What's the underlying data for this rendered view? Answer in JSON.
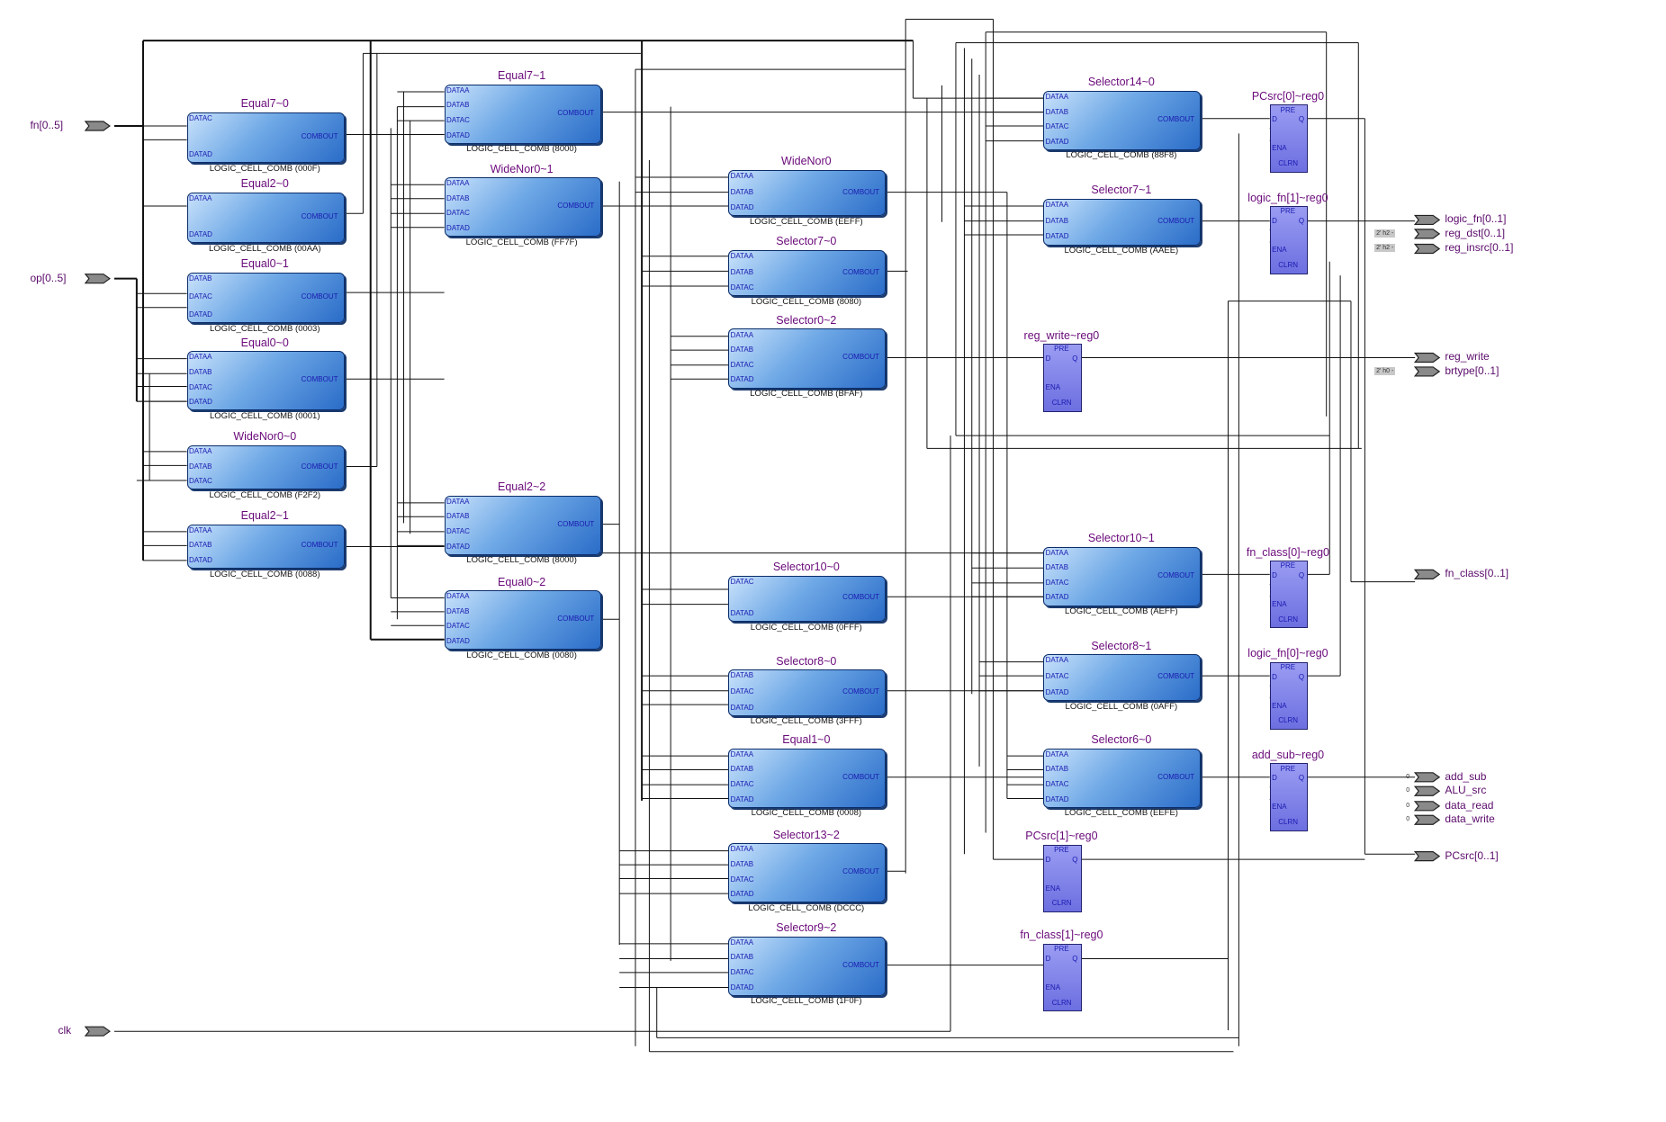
{
  "inputs": [
    "fn[0..5]",
    "op[0..5]",
    "clk"
  ],
  "outputs": [
    "logic_fn[0..1]",
    "reg_dst[0..1]",
    "reg_insrc[0..1]",
    "reg_write",
    "brtype[0..1]",
    "fn_class[0..1]",
    "add_sub",
    "ALU_src",
    "data_read",
    "data_write",
    "PCsrc[0..1]"
  ],
  "constants": [
    "2' h2 -",
    "2' h2 -",
    "2' h0 -",
    "0",
    "0",
    "0",
    "0"
  ],
  "cells": [
    {
      "name": "Equal7~0",
      "type": "LOGIC_CELL_COMB (000F)",
      "ports": [
        "DATAC",
        "DATAD"
      ]
    },
    {
      "name": "Equal2~0",
      "type": "LOGIC_CELL_COMB (00AA)",
      "ports": [
        "DATAA",
        "DATAD"
      ]
    },
    {
      "name": "Equal0~1",
      "type": "LOGIC_CELL_COMB (0003)",
      "ports": [
        "DATAB",
        "DATAC",
        "DATAD"
      ]
    },
    {
      "name": "Equal0~0",
      "type": "LOGIC_CELL_COMB (0001)",
      "ports": [
        "DATAA",
        "DATAB",
        "DATAC",
        "DATAD"
      ]
    },
    {
      "name": "WideNor0~0",
      "type": "LOGIC_CELL_COMB (F2F2)",
      "ports": [
        "DATAA",
        "DATAB",
        "DATAC"
      ]
    },
    {
      "name": "Equal2~1",
      "type": "LOGIC_CELL_COMB (0088)",
      "ports": [
        "DATAA",
        "DATAB",
        "DATAD"
      ]
    },
    {
      "name": "Equal7~1",
      "type": "LOGIC_CELL_COMB (8000)",
      "ports": [
        "DATAA",
        "DATAB",
        "DATAC",
        "DATAD"
      ]
    },
    {
      "name": "WideNor0~1",
      "type": "LOGIC_CELL_COMB (FF7F)",
      "ports": [
        "DATAA",
        "DATAB",
        "DATAC",
        "DATAD"
      ]
    },
    {
      "name": "Equal2~2",
      "type": "LOGIC_CELL_COMB (8000)",
      "ports": [
        "DATAA",
        "DATAB",
        "DATAC",
        "DATAD"
      ]
    },
    {
      "name": "Equal0~2",
      "type": "LOGIC_CELL_COMB (0080)",
      "ports": [
        "DATAA",
        "DATAB",
        "DATAC",
        "DATAD"
      ]
    },
    {
      "name": "WideNor0",
      "type": "LOGIC_CELL_COMB (EEFF)",
      "ports": [
        "DATAA",
        "DATAB",
        "DATAD"
      ]
    },
    {
      "name": "Selector7~0",
      "type": "LOGIC_CELL_COMB (8080)",
      "ports": [
        "DATAA",
        "DATAB",
        "DATAC"
      ]
    },
    {
      "name": "Selector0~2",
      "type": "LOGIC_CELL_COMB (BFAF)",
      "ports": [
        "DATAA",
        "DATAB",
        "DATAC",
        "DATAD"
      ]
    },
    {
      "name": "Selector10~0",
      "type": "LOGIC_CELL_COMB (0FFF)",
      "ports": [
        "DATAC",
        "DATAD"
      ]
    },
    {
      "name": "Selector8~0",
      "type": "LOGIC_CELL_COMB (3FFF)",
      "ports": [
        "DATAB",
        "DATAC",
        "DATAD"
      ]
    },
    {
      "name": "Equal1~0",
      "type": "LOGIC_CELL_COMB (0008)",
      "ports": [
        "DATAA",
        "DATAB",
        "DATAC",
        "DATAD"
      ]
    },
    {
      "name": "Selector13~2",
      "type": "LOGIC_CELL_COMB (DCCC)",
      "ports": [
        "DATAA",
        "DATAB",
        "DATAC",
        "DATAD"
      ]
    },
    {
      "name": "Selector9~2",
      "type": "LOGIC_CELL_COMB (1F0F)",
      "ports": [
        "DATAA",
        "DATAB",
        "DATAC",
        "DATAD"
      ]
    },
    {
      "name": "Selector14~0",
      "type": "LOGIC_CELL_COMB (88F8)",
      "ports": [
        "DATAA",
        "DATAB",
        "DATAC",
        "DATAD"
      ]
    },
    {
      "name": "Selector7~1",
      "type": "LOGIC_CELL_COMB (AAEE)",
      "ports": [
        "DATAA",
        "DATAB",
        "DATAD"
      ]
    },
    {
      "name": "Selector10~1",
      "type": "LOGIC_CELL_COMB (AEFF)",
      "ports": [
        "DATAA",
        "DATAB",
        "DATAC",
        "DATAD"
      ]
    },
    {
      "name": "Selector8~1",
      "type": "LOGIC_CELL_COMB (0AFF)",
      "ports": [
        "DATAA",
        "DATAC",
        "DATAD"
      ]
    },
    {
      "name": "Selector6~0",
      "type": "LOGIC_CELL_COMB (EEFE)",
      "ports": [
        "DATAA",
        "DATAB",
        "DATAC",
        "DATAD"
      ]
    }
  ],
  "cell_output_label": "COMBOUT",
  "registers": [
    {
      "name": "PCsrc[0]~reg0"
    },
    {
      "name": "logic_fn[1]~reg0"
    },
    {
      "name": "reg_write~reg0"
    },
    {
      "name": "fn_class[0]~reg0"
    },
    {
      "name": "logic_fn[0]~reg0"
    },
    {
      "name": "add_sub~reg0"
    },
    {
      "name": "PCsrc[1]~reg0"
    },
    {
      "name": "fn_class[1]~reg0"
    }
  ],
  "reg_ports": {
    "pre": "PRE",
    "d": "D",
    "q": "Q",
    "ena": "ENA",
    "clrn": "CLRN"
  }
}
